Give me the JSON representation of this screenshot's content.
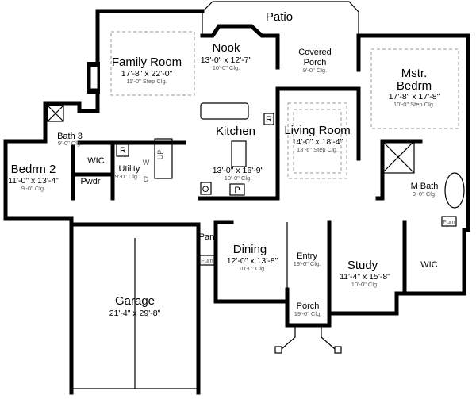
{
  "rooms": {
    "patio": {
      "name": "Patio"
    },
    "nook": {
      "name": "Nook",
      "size": "13'-0\" x 12'-7\"",
      "clg": "10'-0\" Clg."
    },
    "covered_porch": {
      "name": "Covered",
      "name2": "Porch",
      "clg": "9'-0\" Clg."
    },
    "family_room": {
      "name": "Family Room",
      "size": "17'-8\" x 22'-0\"",
      "clg": "11'-0\" Step Clg."
    },
    "master_bedroom": {
      "name": "Mstr.",
      "name2": "Bedrm",
      "size": "17'-8\" x 17'-8\"",
      "clg": "10'-0\" Step Clg."
    },
    "kitchen": {
      "name": "Kitchen",
      "size": "13'-0\" x 16'-9\"",
      "clg": "10'-0\" Clg."
    },
    "living_room": {
      "name": "Living Room",
      "size": "14'-0\" x 18'-4\"",
      "clg": "13'-6\" Step Clg."
    },
    "bath3": {
      "name": "Bath 3",
      "clg": "9'-0\" Clg."
    },
    "bedroom2": {
      "name": "Bedrm 2",
      "size": "11'-0\" x 13'-4\"",
      "clg": "9'-0\" Clg."
    },
    "wic_left": {
      "name": "WIC"
    },
    "utility": {
      "name": "Utility",
      "clg": "9'-0\" Clg."
    },
    "powder": {
      "name": "Pwdr"
    },
    "master_bath": {
      "name": "M Bath",
      "clg": "9'-0\" Clg."
    },
    "pantry": {
      "name": "Pant"
    },
    "dining": {
      "name": "Dining",
      "size": "12'-0\" x 13'-8\"",
      "clg": "10'-0\" Clg."
    },
    "entry": {
      "name": "Entry",
      "clg": "19'-0\" Clg."
    },
    "study": {
      "name": "Study",
      "size": "11'-4\" x 15'-8\"",
      "clg": "10'-0\" Clg."
    },
    "wic_master": {
      "name": "WIC"
    },
    "porch": {
      "name": "Porch",
      "clg": "19'-0\" Clg."
    },
    "garage": {
      "name": "Garage",
      "size": "21'-4\" x 29'-8\""
    }
  },
  "fixtures": {
    "refrigerator": "R",
    "oven": "O",
    "pantry_cab": "P",
    "washer": "W",
    "dryer": "D",
    "utility_fridge": "R",
    "stairs": "UP",
    "furnace_left": "Furn",
    "furnace_right": "Furn"
  }
}
